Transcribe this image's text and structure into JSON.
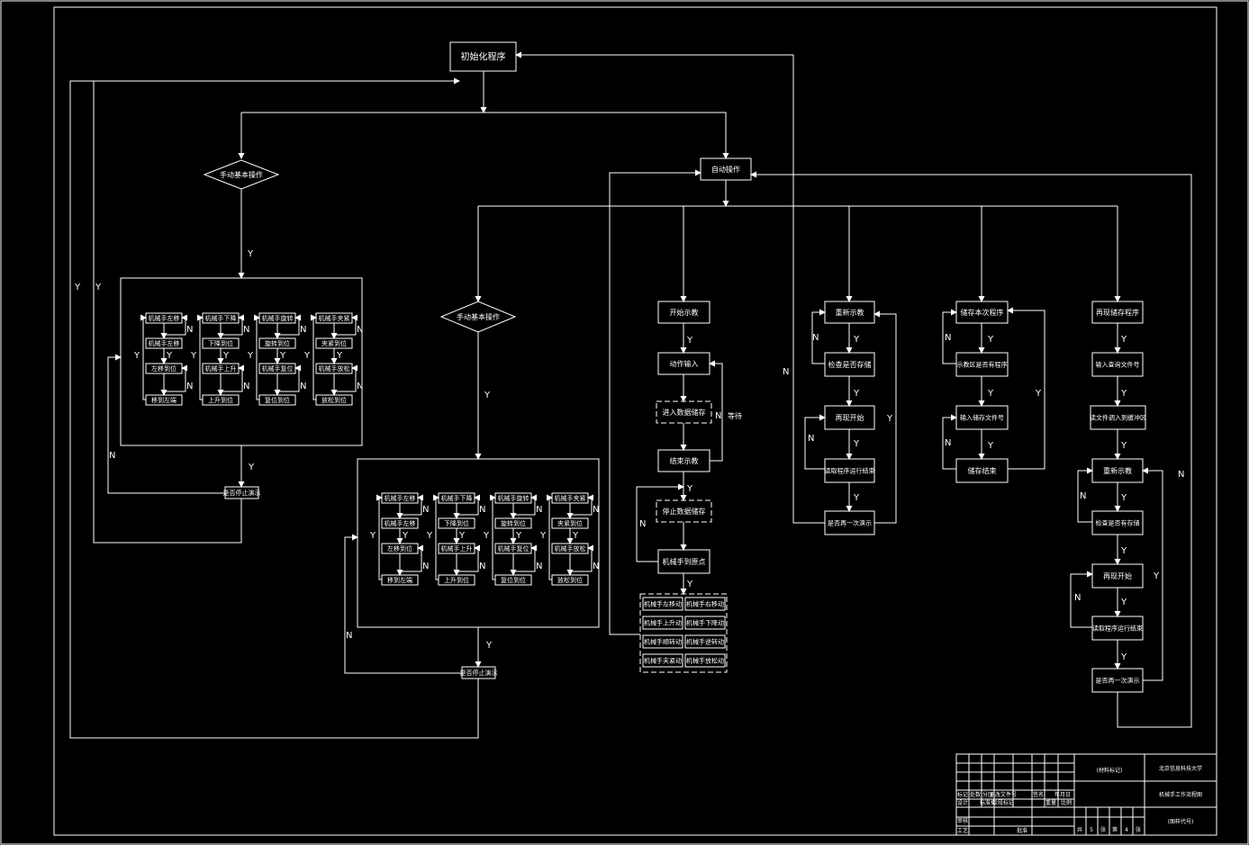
{
  "diagram": {
    "start": "初始化程序",
    "mode_select": "自动操作",
    "manual1": "手动基本操作",
    "manual2": "手动基本操作",
    "yes": "Y",
    "no": "N",
    "manual_cells": [
      [
        "机械手左移",
        "机械手左移",
        "左移到位",
        "移到左端"
      ],
      [
        "机械手下降",
        "下降到位",
        "机械手上升",
        "上升到位"
      ],
      [
        "机械手旋转",
        "旋转到位",
        "机械手复位",
        "复位到位"
      ],
      [
        "机械手夹紧",
        "夹紧到位",
        "机械手放松",
        "放松到位"
      ]
    ],
    "manual_done": "是否停止演示",
    "teach": {
      "title": "开始示教",
      "input": "动作输入",
      "store": "进入数据储存",
      "store_side": "等待",
      "end": "结束示教",
      "stop": "停止数据储存",
      "move": "机械手到原点",
      "grid": [
        [
          "机械手左移动",
          "机械手右移动"
        ],
        [
          "机械手上升动",
          "机械手下降动"
        ],
        [
          "机械手顺转动",
          "机械手逆转动"
        ],
        [
          "机械手夹紧动",
          "机械手放松动"
        ]
      ]
    },
    "demo": {
      "title": "重新示教",
      "check": "检查是否存储",
      "reproduce": "再现开始",
      "read": "读取程序运行结束",
      "again": "是否再一次演示"
    },
    "save": {
      "title": "储存本次程序",
      "show": "示教区是否有程序",
      "input": "输入储存文件号",
      "end": "储存结束"
    },
    "replay": {
      "title": "再现储存程序",
      "input": "输入查询文件号",
      "load": "读文件调入到缓冲区",
      "demo": "重新示教",
      "check": "检查是否有存储",
      "start": "再现开始",
      "read": "读取程序运行结束",
      "again": "是否再一次演示"
    }
  },
  "title_block": {
    "school": "北京信息科技大学",
    "drawing": "机械手工作流程图",
    "material": "(材料标记)",
    "code": "(图样代号)",
    "row1": [
      "标记",
      "处数",
      "分区",
      "更改文件号",
      "签名",
      "年月日"
    ],
    "row2": [
      "设计",
      "标准化",
      "阶段标记",
      "重量",
      "比例"
    ],
    "row3": [
      "审核"
    ],
    "row4": [
      "工艺",
      "批准"
    ],
    "sheet": [
      "共",
      "5",
      "张",
      "第",
      "4",
      "张"
    ]
  }
}
